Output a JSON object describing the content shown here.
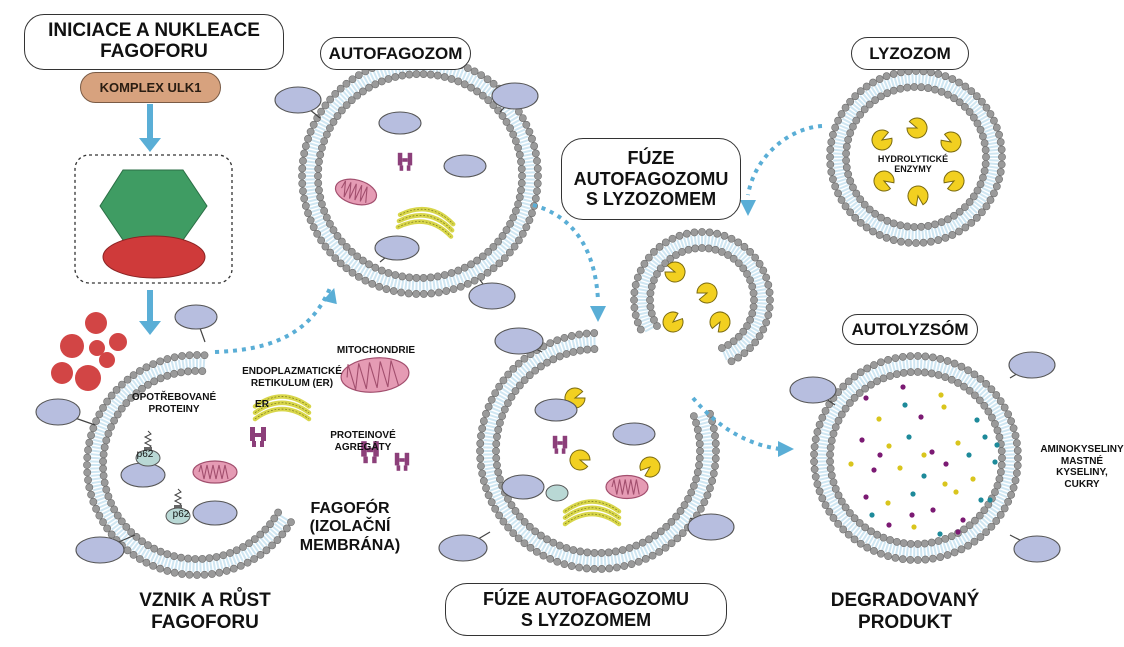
{
  "titles": {
    "initiation": "INICIACE A NUKLEACE\nFAGOFORU",
    "ulk_complex": "KOMPLEX ULK1",
    "autophagosome": "AUTOFAGOZOM",
    "lysosome": "LYZOZOM",
    "fusion_box": "FÚZE\nAUTOFAGOZOMU\nS LYZOZOMEM",
    "autolysosome": "AUTOLYZSÓM",
    "fusion_bottom": "FÚZE AUTOFAGOZOMU\nS LYZOZOMEM"
  },
  "labels": {
    "growth": "VZNIK A RŮST\nFAGOFORU",
    "phagophore": "FAGOFÓR\n(IZOLAČNÍ\nMEMBRÁNA)",
    "damaged_proteins": "OPOTŘEBOVANÉ\nPROTEINY",
    "p62_a": "p62",
    "p62_b": "p62",
    "er_full": "ENDOPLAZMATICKÉ\nRETIKULUM (ER)",
    "er_short": "ER",
    "mitochondria": "MITOCHONDRIE",
    "aggregates": "PROTEINOVÉ\nAGREGÁTY",
    "hydrolytic": "HYDROLYTICKÉ\nENZYMY",
    "products": "AMINOKYSELINY\nMASTNÉ\nKYSELINY,\nCUKRY",
    "degraded": "DEGRADOVANÝ\nPRODUKT"
  },
  "colors": {
    "arrow": "#5aaed6",
    "lipid_head": "#9a9a9a",
    "lipid_tail": "#cfe6f2",
    "receptor": "#b7bedf",
    "mito": "#e59bb4",
    "er": "#d8d64a",
    "enzyme": "#f2d020",
    "hexagon": "#3f9c63",
    "ellipse_red": "#cf3a3a",
    "aggregate": "#8c3f7a",
    "dot_purple": "#7b1a73",
    "dot_yellow": "#d9c51d",
    "dot_teal": "#1d8a9a"
  }
}
